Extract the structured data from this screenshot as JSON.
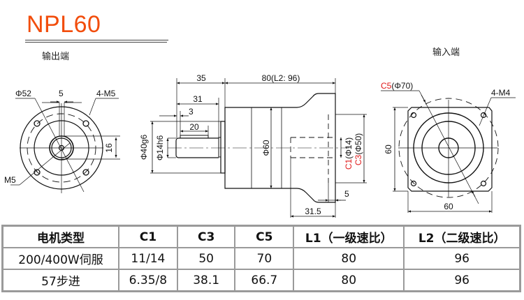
{
  "title": "NPL60",
  "views": {
    "output_end_label": "输出端",
    "input_end_label": "输入端"
  },
  "output_view": {
    "dims": {
      "bolt_circle": "Φ52",
      "key_width": "5",
      "holes": "4-M5",
      "key_height": "16",
      "center_thread": "M5"
    }
  },
  "side_view": {
    "dims": {
      "total_shaft": "35",
      "shaft_length": "31",
      "flange_offset": "3",
      "key_length": "20",
      "body_length": "80(L2: 96)",
      "pilot_dia": "Φ40g6",
      "shaft_dia": "Φ14h6",
      "body_dia": "Φ60",
      "c1_label": "C1",
      "c1_value": "(Φ14)",
      "c3_label": "C3",
      "c3_value": "(Φ50)",
      "input_step": "5",
      "input_depth": "31.5"
    }
  },
  "input_view": {
    "dims": {
      "c5_label": "C5",
      "c5_value": "(Φ70)",
      "holes": "4-M4",
      "height": "60",
      "width": "60"
    }
  },
  "accent_color": "#f24d0c",
  "callout_color": "#e01818",
  "table": {
    "headers": [
      "电机类型",
      "C1",
      "C3",
      "C5",
      "L1（一级速比）",
      "L2（二级速比）"
    ],
    "rows": [
      [
        "200/400W伺服",
        "11/14",
        "50",
        "70",
        "80",
        "96"
      ],
      [
        "57步进",
        "6.35/8",
        "38.1",
        "66.7",
        "80",
        "96"
      ]
    ]
  }
}
